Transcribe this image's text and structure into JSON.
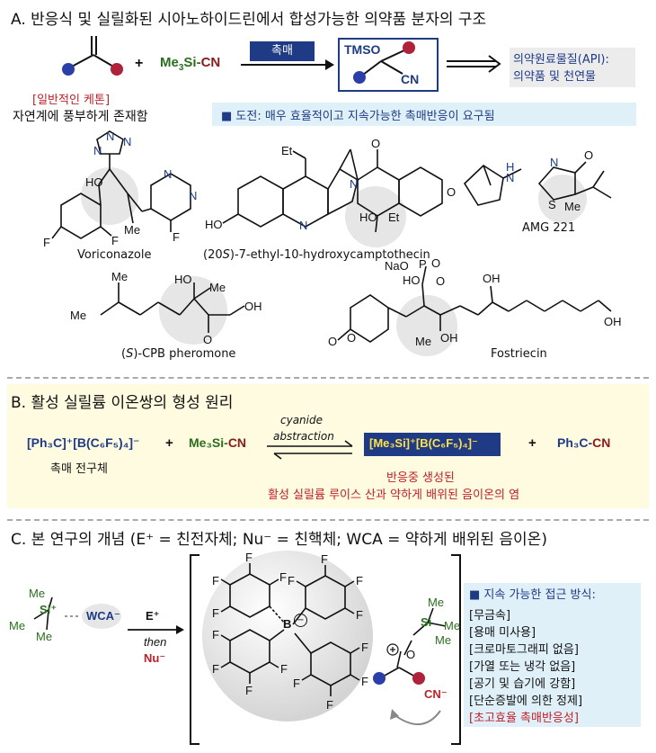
{
  "section_a": {
    "title": "A. 반응식 및 실릴화된 시아노하이드린에서 합성가능한 의약품 분자의 구조",
    "reagent_prefix": "Me",
    "reagent_suffix": "Si-",
    "reagent_cn": "CN",
    "plus": "+",
    "catalyst_label": "촉매",
    "product_tmso": "TMSO",
    "product_cn": "CN",
    "api_line1": "의약원료물질(API):",
    "api_line2": "의약품 및 천연물",
    "ketone_label": "[일반적인 케톤]",
    "ketone_desc": "자연계에 풍부하게 존재함",
    "challenge": "■ 도전: 매우 효율적이고 지속가능한 촉매반응이 요구됨",
    "molecules": {
      "voriconazole": "Voriconazole",
      "camptothecin_prefix": "(20",
      "camptothecin_s": "S",
      "camptothecin_suffix": ")-7-ethyl-10-hydroxycamptothecin",
      "amg": "AMG 221",
      "cpb_prefix": "(",
      "cpb_s": "S",
      "cpb_suffix": ")-CPB pheromone",
      "fostriecin": "Fostriecin"
    },
    "atoms": {
      "N": "N",
      "HO": "HO",
      "F": "F",
      "Me": "Me",
      "Et": "Et",
      "O": "O",
      "S": "S",
      "H": "H",
      "OH": "OH",
      "NaO": "NaO",
      "P": "P"
    }
  },
  "section_b": {
    "title": "B. 활성 실릴륨 이온쌍의 형성 원리",
    "precursor": "[Ph₃C]⁺[B(C₆F₅)₄]⁻",
    "precursor_label": "촉매 전구체",
    "reagent": "Me₃Si-",
    "reagent_cn": "CN",
    "plus1": "+",
    "plus2": "+",
    "arrow_top": "cyanide",
    "arrow_bottom": "abstraction",
    "product": "[Me₃Si]⁺[B(C₆F₅)₄]⁻",
    "byproduct": "Ph₃C-",
    "byproduct_cn": "CN",
    "product_label1": "반응중 생성된",
    "product_label2": "활성 실릴륨 루이스 산과 약하게 배위된 음이온의 염"
  },
  "section_c": {
    "title": "C. 본 연구의 개념 (E⁺ = 친전자체; Nu⁻ = 친핵체; WCA = 약하게 배위된 음이온)",
    "si_label": "Si⁺",
    "me": "Me",
    "wca": "WCA⁻",
    "e_plus": "E⁺",
    "then": "then",
    "nu": "Nu⁻",
    "boron": "B",
    "fluorine": "F",
    "oxonium_o": "O",
    "cn_minus": "CN⁻",
    "sustain_title": "■ 지속 가능한 접근 방식:",
    "sustain_items": [
      "[무금속]",
      "[용매 미사용]",
      "[크로마토그래피 없음]",
      "[가열 또는 냉각 없음]",
      "[공기 및 습기에 강함]",
      "[단순증발에 의한 정제]"
    ],
    "sustain_highlight": "[초고효율 촉매반응성]"
  },
  "colors": {
    "navy": "#1f3b86",
    "green": "#2b6e1f",
    "red": "#c0202a",
    "yellow_bg": "#fffbe0",
    "blue_bg": "#dff0f8",
    "sphere": "#e6e6e6"
  }
}
